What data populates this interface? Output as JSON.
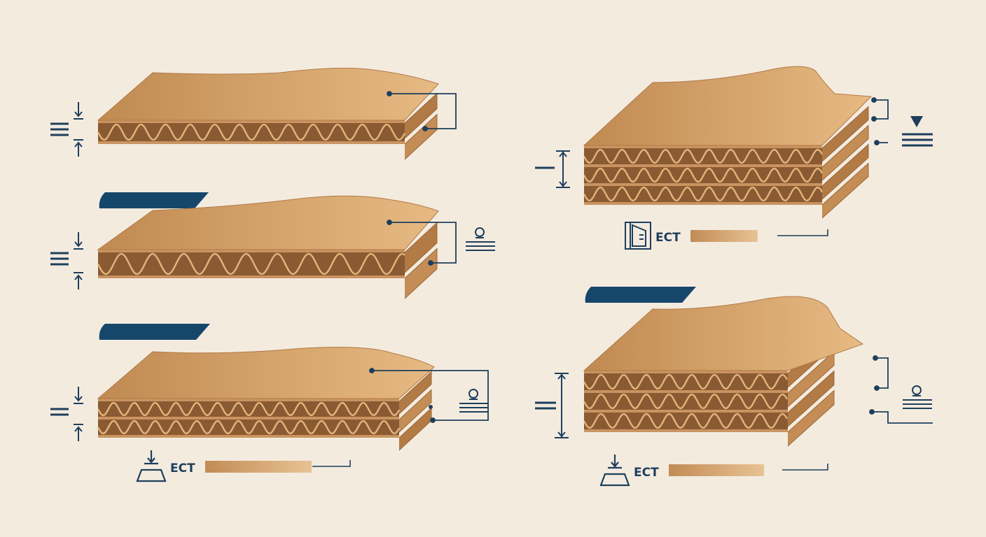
{
  "colors": {
    "background": "#f4ebdf",
    "board_light": "#e4b57d",
    "board_dark": "#b9814c",
    "board_edge": "#a8703e",
    "flute_fill": "#7a4f2c",
    "flute_line": "#e3b47a",
    "annotation": "#1d3f5c",
    "tag": "#16476b"
  },
  "icons": {
    "thickness": "thickness-arrows-icon",
    "layers": "layers-stack-icon",
    "compression": "compression-test-icon",
    "wall": "wall-measure-icon",
    "pointer": "pointer-triangle-icon"
  },
  "boards": [
    {
      "id": "single-wall",
      "walls": 1
    },
    {
      "id": "single-wall-b",
      "walls": 1
    },
    {
      "id": "double-wall",
      "walls": 2
    },
    {
      "id": "triple-wall-a",
      "walls": 3
    },
    {
      "id": "triple-wall-b",
      "walls": 3
    }
  ],
  "ect": [
    {
      "id": "ect-left-bottom",
      "label": "ECT",
      "level": 0.95
    },
    {
      "id": "ect-right-top",
      "label": "ECT",
      "level": 0.6
    },
    {
      "id": "ect-right-bottom",
      "label": "ECT",
      "level": 0.85
    }
  ]
}
